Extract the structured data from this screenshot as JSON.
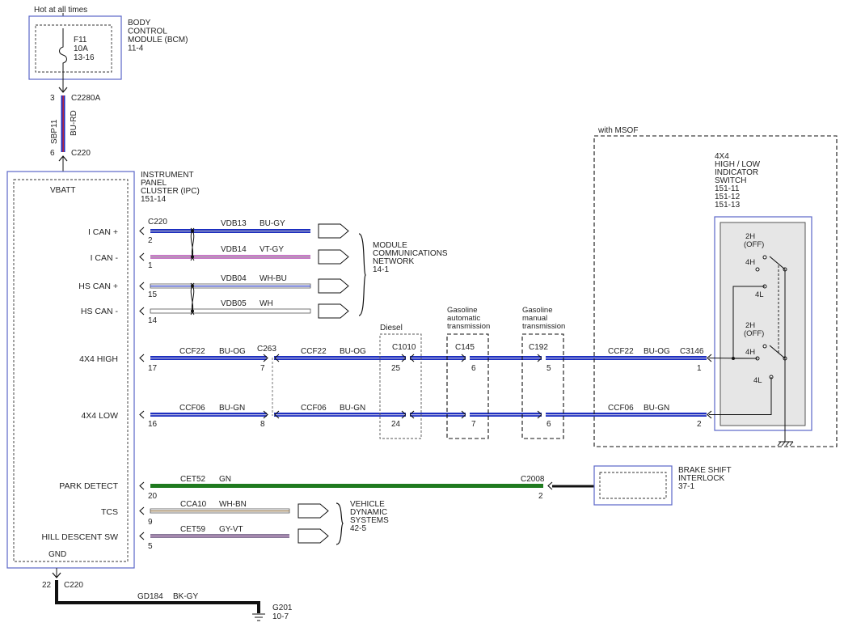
{
  "colors": {
    "blue": "#1d2fc0",
    "violet": "#c878c8",
    "green": "#1f7a1f",
    "black": "#111111",
    "boxline": "#5a66c8",
    "grey": "#777777"
  },
  "top": {
    "hot": "Hot at all times"
  },
  "bcm": {
    "title": [
      "BODY",
      "CONTROL",
      "MODULE (BCM)",
      "11-4"
    ],
    "fuse": [
      "F11",
      "10A",
      "13-16"
    ]
  },
  "upper_wire": {
    "pin_top": "3",
    "conn_top": "C2280A",
    "circuit": "SBP11",
    "color": "BU-RD",
    "pin_bottom": "6",
    "conn_bottom": "C220"
  },
  "ipc": {
    "title": [
      "INSTRUMENT",
      "PANEL",
      "CLUSTER (IPC)",
      "151-14"
    ],
    "vbatt": "VBATT",
    "gnd": "GND"
  },
  "signals": {
    "ican_p": "I CAN +",
    "ican_m": "I CAN -",
    "hscan_p": "HS CAN +",
    "hscan_m": "HS CAN -",
    "high": "4X4 HIGH",
    "low": "4X4 LOW",
    "park": "PARK DETECT",
    "tcs": "TCS",
    "hill": "HILL DESCENT SW"
  },
  "conn_c220": "C220",
  "wires": {
    "vdb13": {
      "circuit": "VDB13",
      "color": "BU-GY",
      "pin": "2"
    },
    "vdb14": {
      "circuit": "VDB14",
      "color": "VT-GY",
      "pin": "1"
    },
    "vdb04": {
      "circuit": "VDB04",
      "color": "WH-BU",
      "pin": "15"
    },
    "vdb05": {
      "circuit": "VDB05",
      "color": "WH",
      "pin": "14"
    },
    "ccf22": {
      "circuit": "CCF22",
      "color": "BU-OG",
      "pin": "17"
    },
    "ccf06": {
      "circuit": "CCF06",
      "color": "BU-GN",
      "pin": "16"
    },
    "cet52": {
      "circuit": "CET52",
      "color": "GN",
      "pin": "20"
    },
    "cca10": {
      "circuit": "CCA10",
      "color": "WH-BN",
      "pin": "9"
    },
    "cet59": {
      "circuit": "CET59",
      "color": "GY-VT",
      "pin": "5"
    }
  },
  "mcn": {
    "title": [
      "MODULE",
      "COMMUNICATIONS",
      "NETWORK",
      "14-1"
    ]
  },
  "vds": {
    "title": [
      "VEHICLE",
      "DYNAMIC",
      "SYSTEMS",
      "42-5"
    ]
  },
  "c263": {
    "name": "C263",
    "pin_high": "7",
    "pin_low": "8"
  },
  "diesel": {
    "label": "Diesel",
    "conn": "C1010",
    "pin_high": "25",
    "pin_low": "24"
  },
  "gas_auto": {
    "label": [
      "Gasoline",
      "automatic",
      "transmission"
    ],
    "conn": "C145",
    "pin_high": "6",
    "pin_low": "7"
  },
  "gas_man": {
    "label": [
      "Gasoline",
      "manual",
      "transmission"
    ],
    "conn": "C192",
    "pin_high": "5",
    "pin_low": "6"
  },
  "msof": {
    "label": "with MSOF"
  },
  "switch": {
    "title": [
      "4X4",
      "HIGH / LOW",
      "INDICATOR",
      "SWITCH",
      "151-11",
      "151-12",
      "151-13"
    ],
    "conn": "C3146",
    "pin_high": "1",
    "pin_low": "2",
    "pos_a": [
      "2H",
      "(OFF)"
    ],
    "pos_4h": "4H",
    "pos_4l": "4L"
  },
  "park": {
    "conn": "C2008",
    "pin": "2"
  },
  "brake": {
    "title": [
      "BRAKE SHIFT",
      "INTERLOCK",
      "37-1"
    ]
  },
  "ground": {
    "pin": "22",
    "conn": "C220",
    "circuit": "GD184",
    "color": "BK-GY",
    "point": "G201",
    "ref": "10-7"
  }
}
